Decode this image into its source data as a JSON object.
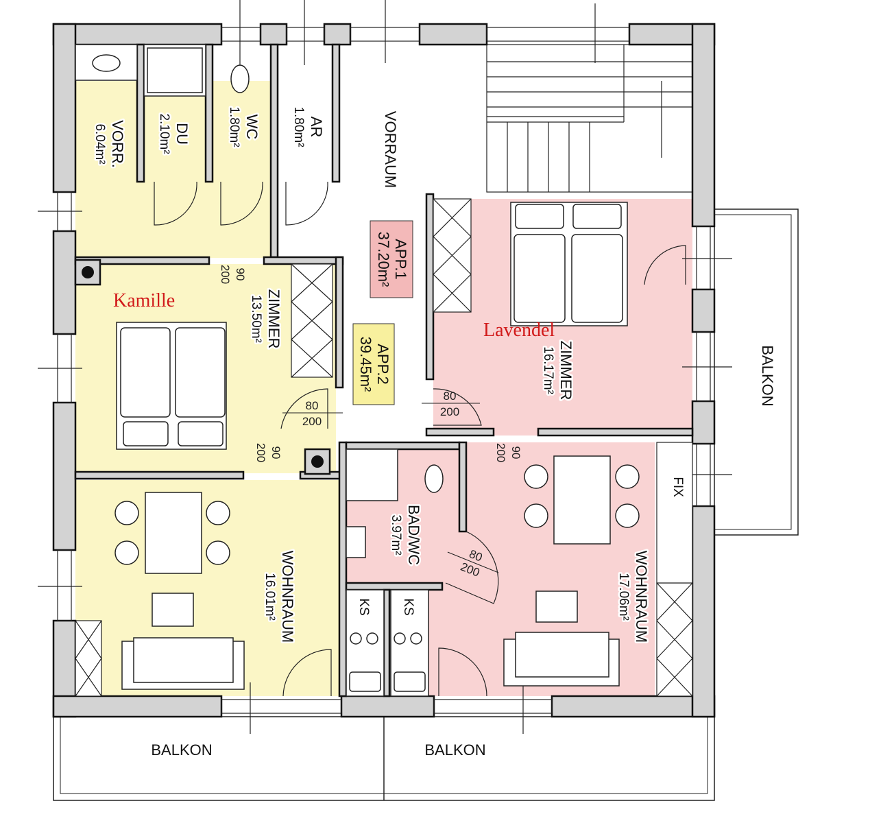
{
  "colors": {
    "app2_fill": "#fbf6c6",
    "app1_fill": "#f9d3d3",
    "wall": "#d3d3d3",
    "name_text": "#d11a1a",
    "app1_badge": "#f3b9b9",
    "app2_badge": "#f8f09e"
  },
  "rooms": {
    "vorr": {
      "title": "VORR.",
      "area": "6.04m²"
    },
    "du": {
      "title": "DU",
      "area": "2.10m²"
    },
    "wc": {
      "title": "WC",
      "area": "1.80m²"
    },
    "ar": {
      "title": "AR",
      "area": "1.80m²"
    },
    "vorraum": {
      "title": "VORRAUM"
    },
    "zimmer_left": {
      "title": "ZIMMER",
      "area": "13.50m²",
      "name": "Kamille"
    },
    "zimmer_right": {
      "title": "ZIMMER",
      "area": "16.17m²",
      "name": "Lavendel"
    },
    "wohnraum_left": {
      "title": "WOHNRAUM",
      "area": "16.01m²"
    },
    "wohnraum_right": {
      "title": "WOHNRAUM",
      "area": "17.06m²"
    },
    "bad_wc": {
      "title": "BAD/WC",
      "area": "3.97m²"
    },
    "ks_left": {
      "title": "KS"
    },
    "ks_right": {
      "title": "KS"
    },
    "fix": {
      "title": "FIX"
    },
    "balkon_right": {
      "title": "BALKON"
    },
    "balkon_bottom_left": {
      "title": "BALKON"
    },
    "balkon_bottom_right": {
      "title": "BALKON"
    }
  },
  "apartments": [
    {
      "title": "APP.1",
      "area": "37.20m²"
    },
    {
      "title": "APP.2",
      "area": "39.45m²"
    }
  ],
  "doors": [
    {
      "width": "90",
      "height": "200"
    },
    {
      "width": "80",
      "height": "200"
    },
    {
      "width": "80",
      "height": "200"
    },
    {
      "width": "90",
      "height": "200"
    },
    {
      "width": "90",
      "height": "200"
    },
    {
      "width": "80",
      "height": "200"
    }
  ]
}
